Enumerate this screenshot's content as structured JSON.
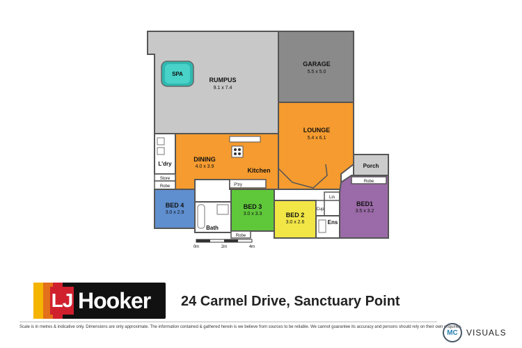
{
  "rooms": {
    "rumpus": {
      "name": "RUMPUS",
      "dim": "9.1 x 7.4"
    },
    "spa": {
      "name": "SPA"
    },
    "garage": {
      "name": "GARAGE",
      "dim": "5.5 x 5.0"
    },
    "lounge": {
      "name": "LOUNGE",
      "dim": "5.4 x 6.1"
    },
    "dining": {
      "name": "DINING",
      "dim": "4.0 x 3.9"
    },
    "kitchen": {
      "name": "Kitchen"
    },
    "ldry": {
      "name": "L'dry"
    },
    "store": {
      "name": "Store"
    },
    "robe_left": {
      "name": "Robe"
    },
    "bed4": {
      "name": "BED 4",
      "dim": "3.0 x 2.9"
    },
    "bath": {
      "name": "Bath"
    },
    "bed3": {
      "name": "BED 3",
      "dim": "3.0 x 3.3"
    },
    "robe_bed3": {
      "name": "Robe"
    },
    "ptry": {
      "name": "P'try"
    },
    "bed2": {
      "name": "BED 2",
      "dim": "3.0 x 2.6"
    },
    "cup": {
      "name": "Cup"
    },
    "lin": {
      "name": "Lin"
    },
    "ens": {
      "name": "Ens"
    },
    "porch": {
      "name": "Porch"
    },
    "robe_bed1": {
      "name": "Robe"
    },
    "bed1": {
      "name": "BED1",
      "dim": "3.5 x 3.2"
    }
  },
  "scale": {
    "labels": [
      "0m",
      "2m",
      "4m"
    ]
  },
  "colors": {
    "rumpus": "#c8c8c8",
    "garage": "#8a8a8a",
    "living": "#f59b2f",
    "bed4": "#5f8fcf",
    "bed3": "#5fc83a",
    "bed2": "#f2e646",
    "bed1": "#9b6aa8",
    "porch": "#cccccc",
    "spa": "#2fb8b0"
  },
  "footer": {
    "brand": "LJ Hooker",
    "brand_lj": "LJ",
    "brand_name": "Hooker",
    "address": "24 Carmel Drive, Sanctuary Point",
    "disclaimer": "Scale is in metres & indicative only. Dimensions are only approximate. The information contained & gathered herein is we believe from sources to be reliable. We cannot guarantee its accuracy and persons should rely on their own enquiries.",
    "visuals_label": "VISUALS",
    "visuals_icon": "MC"
  }
}
